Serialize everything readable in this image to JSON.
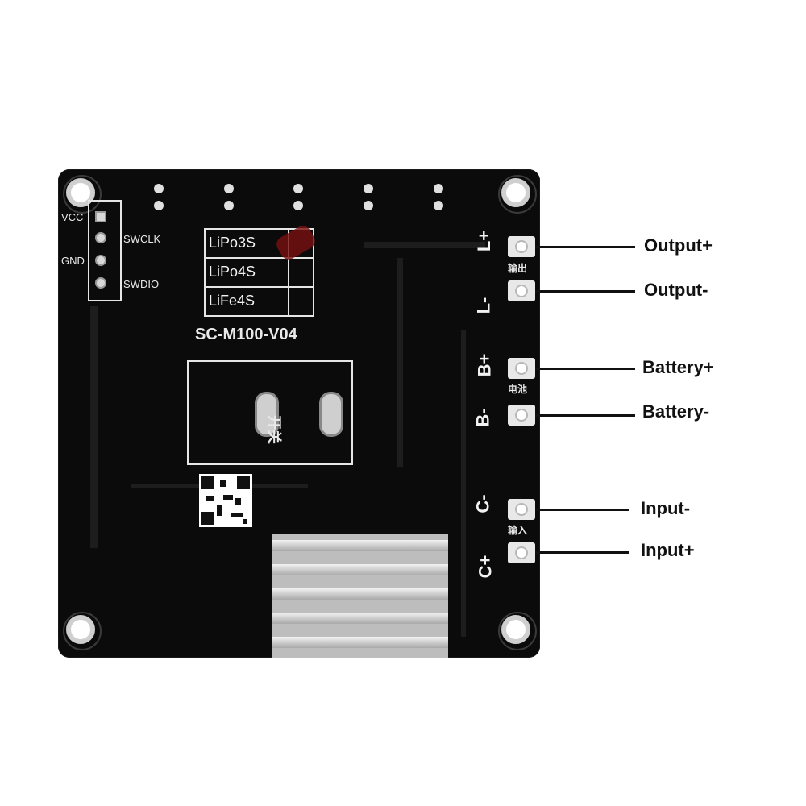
{
  "pcb": {
    "model": "SC-M100-V04",
    "header_labels": {
      "vcc": "VCC",
      "gnd": "GND",
      "swclk": "SWCLK",
      "swdio": "SWDIO"
    },
    "battery_table": [
      "LiPo3S",
      "LiPo4S",
      "LiFe4S"
    ],
    "switch_label": "开关",
    "terminal_silk": {
      "l_plus": "L+",
      "l_minus": "L-",
      "b_plus": "B+",
      "b_minus": "B-",
      "c_minus": "C-",
      "c_plus": "C+"
    },
    "pad_labels": {
      "output": "输出",
      "battery": "电池",
      "input": "输入"
    }
  },
  "callouts": {
    "output_plus": "Output+",
    "output_minus": "Output-",
    "battery_plus": "Battery+",
    "battery_minus": "Battery-",
    "input_minus": "Input-",
    "input_plus": "Input+"
  },
  "colors": {
    "board": "#0b0b0b",
    "silkscreen": "#e9e9e9",
    "annotation_text": "#111111",
    "heatsink": "#bdbdbd"
  }
}
